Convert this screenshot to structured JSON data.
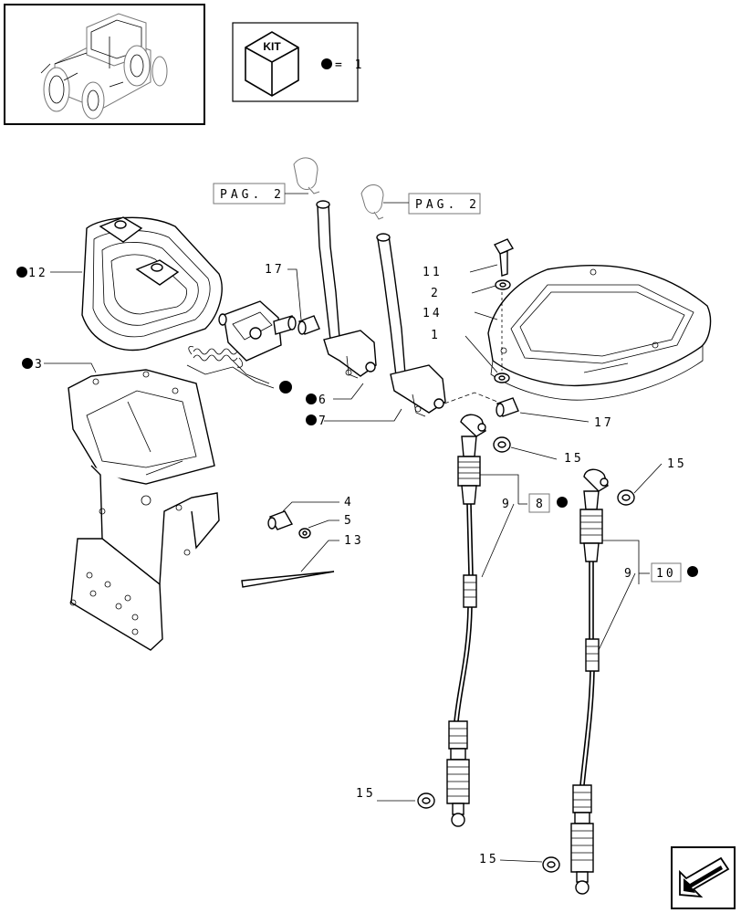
{
  "kit_legend": {
    "box_label": "KIT",
    "equals_text": "= 1"
  },
  "page_refs": [
    {
      "text": "PAG. 2"
    },
    {
      "text": "PAG. 2"
    }
  ],
  "callouts": [
    {
      "number": "12",
      "marked": true
    },
    {
      "number": "3",
      "marked": true
    },
    {
      "number": "17",
      "marked": false
    },
    {
      "number": "6",
      "marked": true
    },
    {
      "number": "7",
      "marked": true
    },
    {
      "number": "11",
      "marked": false
    },
    {
      "number": "2",
      "marked": false
    },
    {
      "number": "14",
      "marked": false
    },
    {
      "number": "1",
      "marked": false
    },
    {
      "number": "17",
      "marked": false
    },
    {
      "number": "15",
      "marked": false
    },
    {
      "number": "15",
      "marked": false
    },
    {
      "number": "8",
      "marked": true,
      "boxed": true
    },
    {
      "number": "9",
      "marked": false
    },
    {
      "number": "10",
      "marked": true,
      "boxed": true
    },
    {
      "number": "9",
      "marked": false
    },
    {
      "number": "4",
      "marked": false
    },
    {
      "number": "5",
      "marked": false
    },
    {
      "number": "13",
      "marked": false
    },
    {
      "number": "15",
      "marked": false
    },
    {
      "number": "15",
      "marked": false
    }
  ],
  "icons": {
    "thumbnail": "tractor-icon",
    "kit": "kit-cube-icon",
    "nav": "next-page-arrow-icon"
  }
}
